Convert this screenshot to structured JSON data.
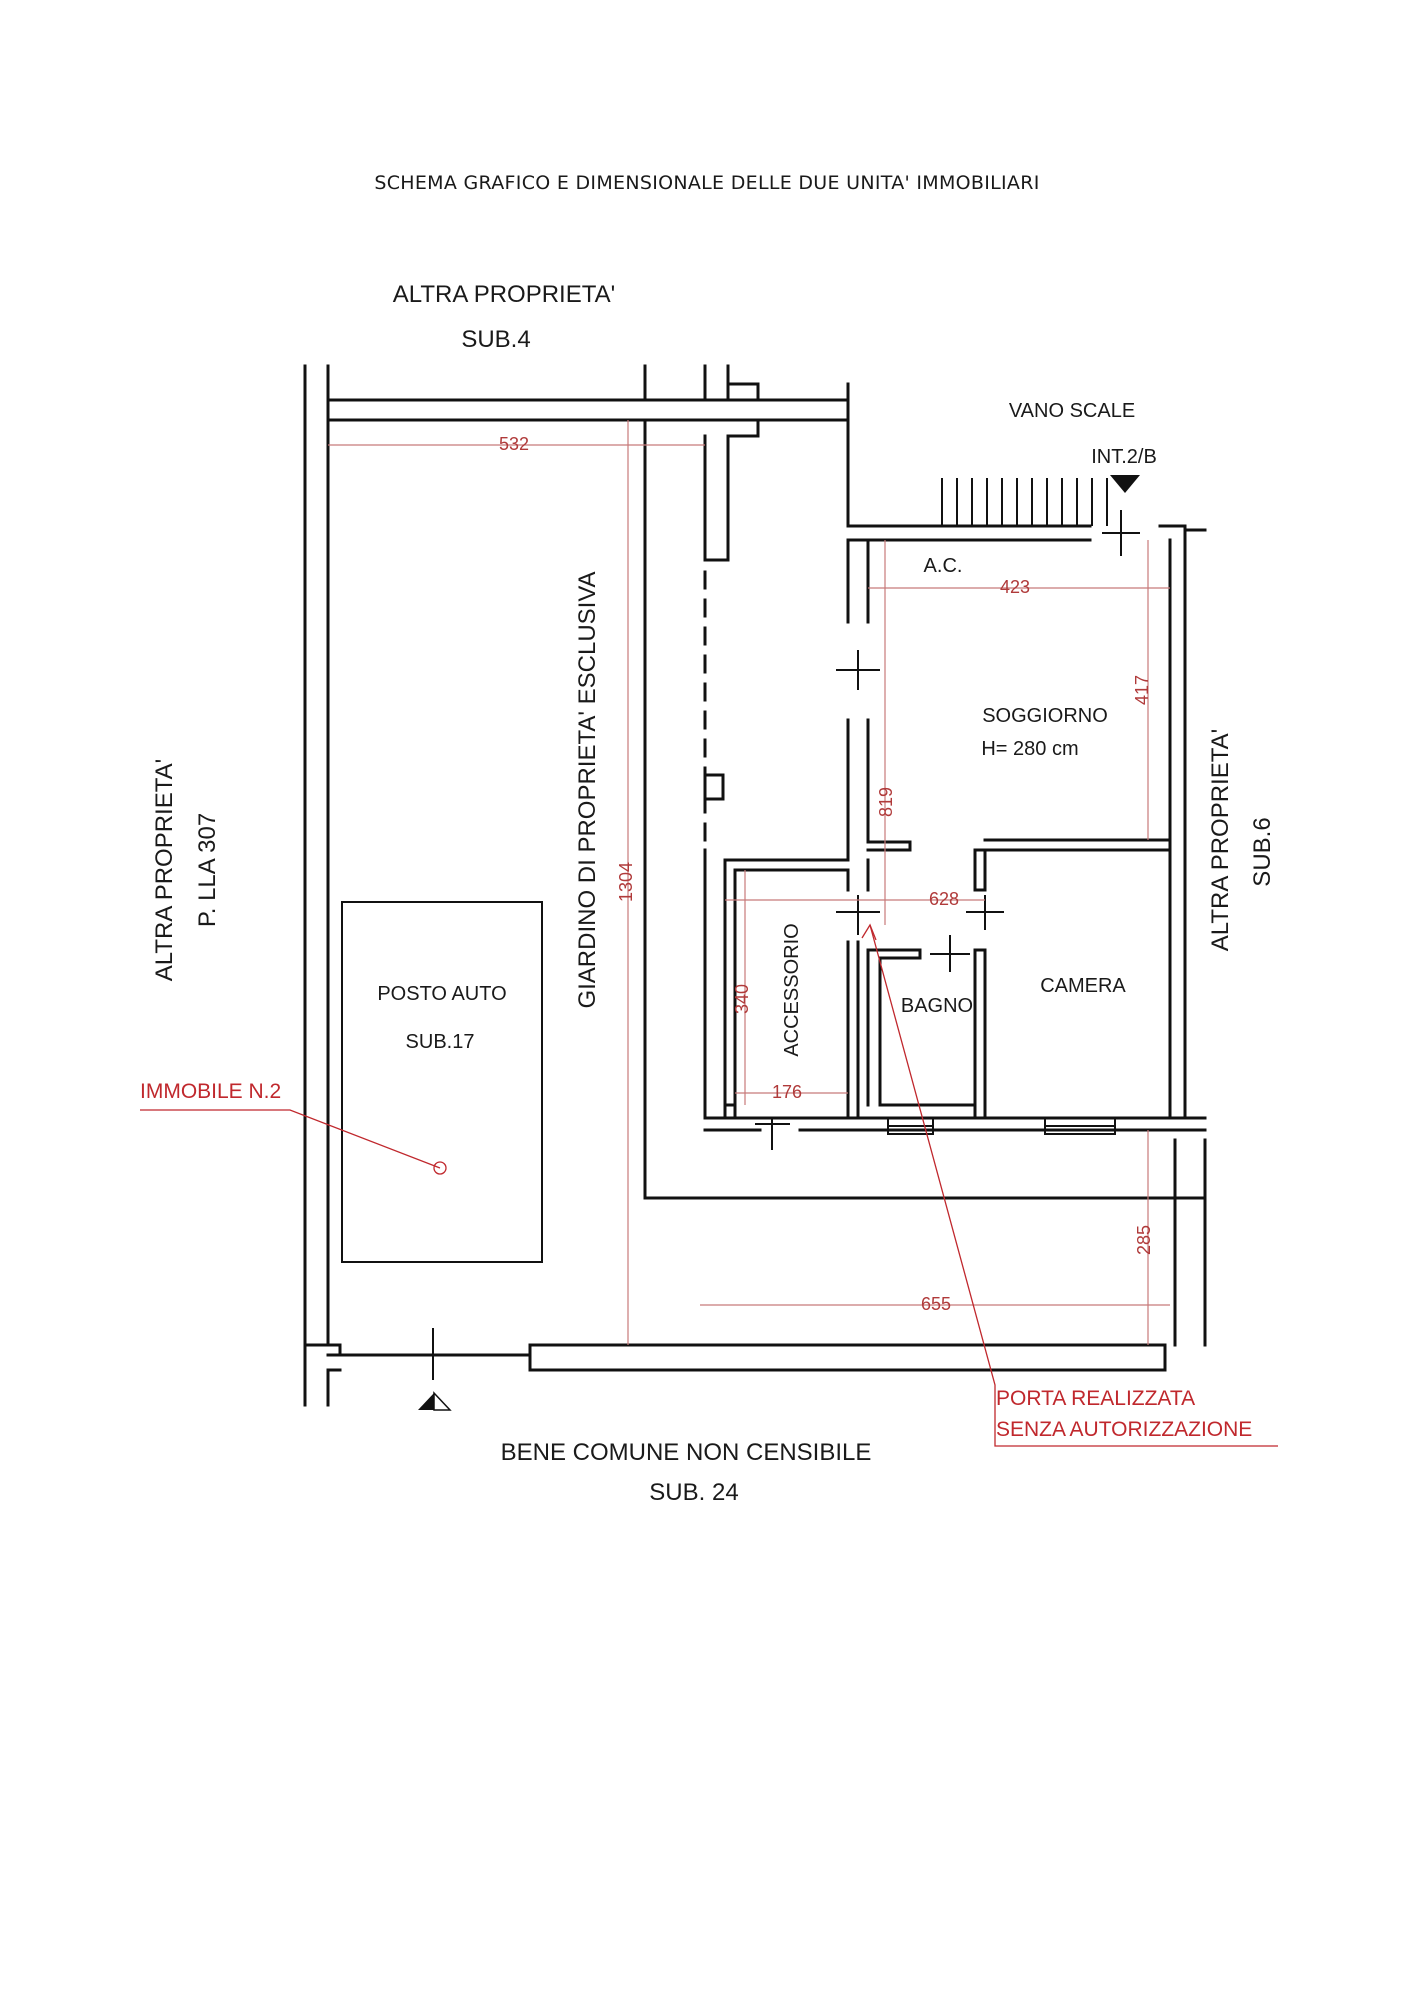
{
  "title": "SCHEMA GRAFICO E DIMENSIONALE DELLE DUE UNITA' IMMOBILIARI",
  "neighbors": {
    "top_owner": "ALTRA PROPRIETA'",
    "top_sub": "SUB.4",
    "left_owner": "ALTRA PROPRIETA'",
    "left_parcel": "P. LLA 307",
    "right_owner": "ALTRA PROPRIETA'",
    "right_sub": "SUB.6",
    "bottom_owner": "BENE COMUNE NON CENSIBILE",
    "bottom_sub": "SUB. 24"
  },
  "stairs": {
    "label": "VANO SCALE",
    "entrance": "INT.2/B"
  },
  "rooms": {
    "ac": "A.C.",
    "living_name": "SOGGIORNO",
    "living_height": "H= 280 cm",
    "bathroom": "BAGNO",
    "bedroom": "CAMERA",
    "storage": "ACCESSORIO",
    "garden": "GIARDINO DI PROPRIETA' ESCLUSIVA",
    "parking_name": "POSTO AUTO",
    "parking_sub": "SUB.17"
  },
  "dimensions": {
    "garden_width": "532",
    "ac_width": "423",
    "living_depth": "417",
    "total_height": "1304",
    "apartment_depth": "819",
    "apartment_width": "628",
    "storage_depth": "340",
    "storage_width": "176",
    "bottom_width": "655",
    "bottom_depth": "285"
  },
  "annotations": {
    "property": "IMMOBILE N.2",
    "door_line1": "PORTA REALIZZATA",
    "door_line2": "SENZA AUTORIZZAZIONE"
  },
  "colors": {
    "wall": "#111111",
    "dimension": "#b03a3a",
    "annotation": "#c0282d"
  }
}
